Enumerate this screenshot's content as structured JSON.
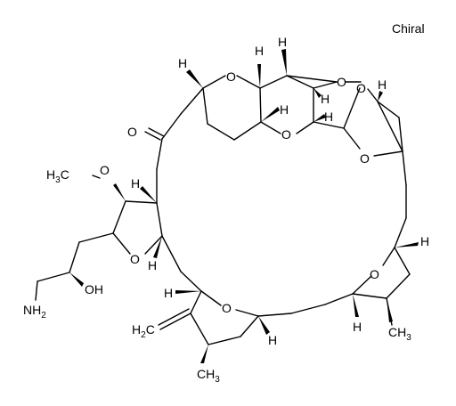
{
  "structure": {
    "chiral_flag": "Chiral",
    "labels": {
      "O": "O",
      "H": "H",
      "H3C": "H",
      "H3C_sub": "3",
      "H3C_tail": "C",
      "CH3": "CH",
      "CH3_sub": "3",
      "H2C": "H",
      "H2C_sub": "2",
      "H2C_tail": "C",
      "NH2": "NH",
      "NH2_sub": "2",
      "OH": "OH"
    }
  }
}
